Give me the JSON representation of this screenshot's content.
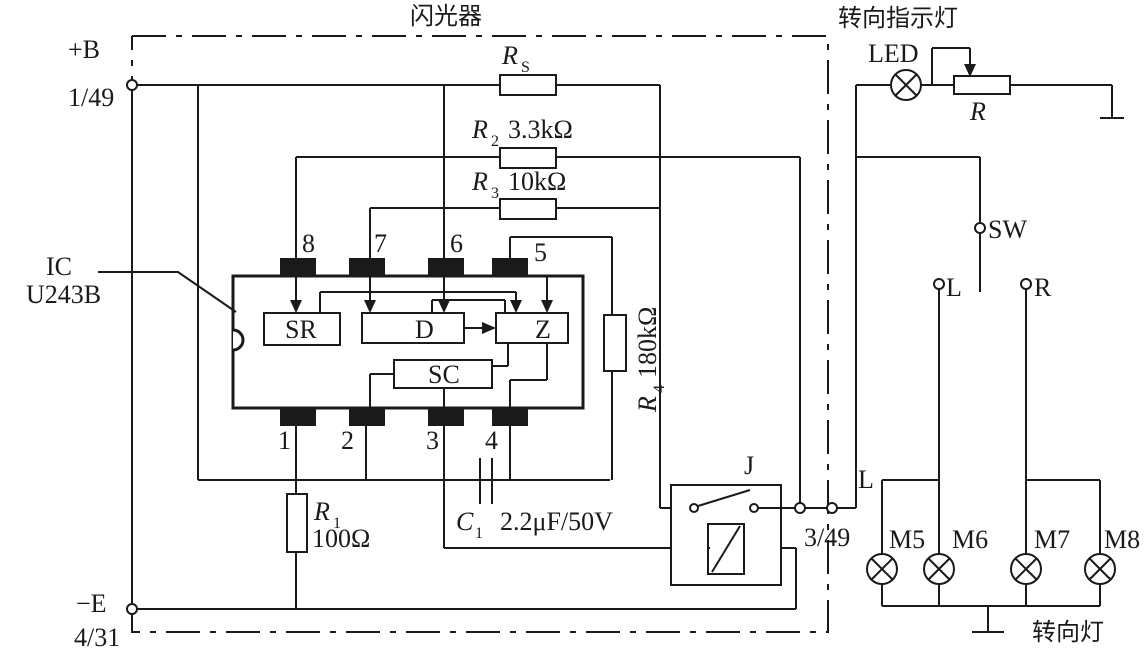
{
  "title": "闪光器",
  "indicator_title": "转向指示灯",
  "turn_lamps_title": "转向灯",
  "terminals": {
    "pos_name": "+B",
    "pos_num": "1/49",
    "neg_name": "−E",
    "neg_num": "4/31",
    "out_num": "3/49",
    "out_L": "L"
  },
  "ic": {
    "label": "IC",
    "model": "U243B",
    "blocks": {
      "sr": "SR",
      "d": "D",
      "z": "Z",
      "sc": "SC"
    },
    "pins_top": [
      "8",
      "7",
      "6",
      "5"
    ],
    "pins_bottom": [
      "1",
      "2",
      "3",
      "4"
    ]
  },
  "components": {
    "rs_letter": "R",
    "rs_sub": "S",
    "r2_letter": "R",
    "r2_sub": "2",
    "r2_value": "3.3kΩ",
    "r3_letter": "R",
    "r3_sub": "3",
    "r3_value": "10kΩ",
    "r4_letter": "R",
    "r4_sub": "4",
    "r4_value": "180kΩ",
    "r1_letter": "R",
    "r1_sub": "1",
    "r1_value": "100Ω",
    "c1_letter": "C",
    "c1_sub": "1",
    "c1_value": "2.2μF/50V",
    "relay": "J",
    "led": "LED",
    "r_pot": "R",
    "switch": "SW",
    "sw_left": "L",
    "sw_right": "R"
  },
  "lamps": [
    "M5",
    "M6",
    "M7",
    "M8"
  ]
}
